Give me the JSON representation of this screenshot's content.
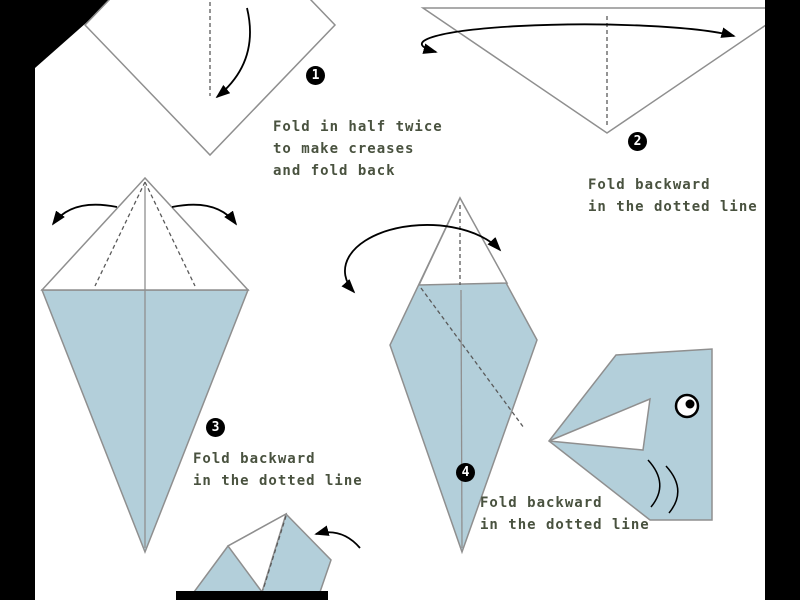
{
  "colors": {
    "background": "#000000",
    "paper_white": "#ffffff",
    "paper_blue": "#b3cfda",
    "outline": "#8f8f8f",
    "fold_line": "#5a5a5a",
    "text": "#49523f",
    "badge_bg": "#000000",
    "badge_text": "#ffffff",
    "arrow": "#000000"
  },
  "steps": [
    {
      "number": "1",
      "instruction_lines": [
        "Fold in half twice",
        "to make creases",
        "and fold back"
      ]
    },
    {
      "number": "2",
      "instruction_lines": [
        "Fold backward",
        "in the dotted line"
      ]
    },
    {
      "number": "3",
      "instruction_lines": [
        "Fold backward",
        "in the dotted line"
      ]
    },
    {
      "number": "4",
      "instruction_lines": [
        "Fold backward",
        "in the dotted line"
      ]
    }
  ]
}
